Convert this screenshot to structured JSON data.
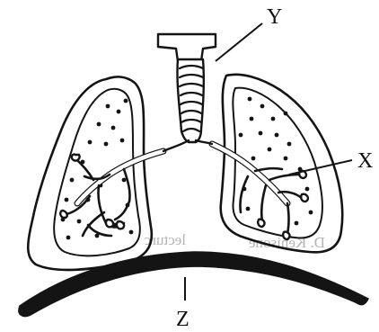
{
  "labels": {
    "y": "Y",
    "x": "X",
    "z": "Z"
  },
  "watermark": "D. Kenisone",
  "bleed_text": "lecturc"
}
